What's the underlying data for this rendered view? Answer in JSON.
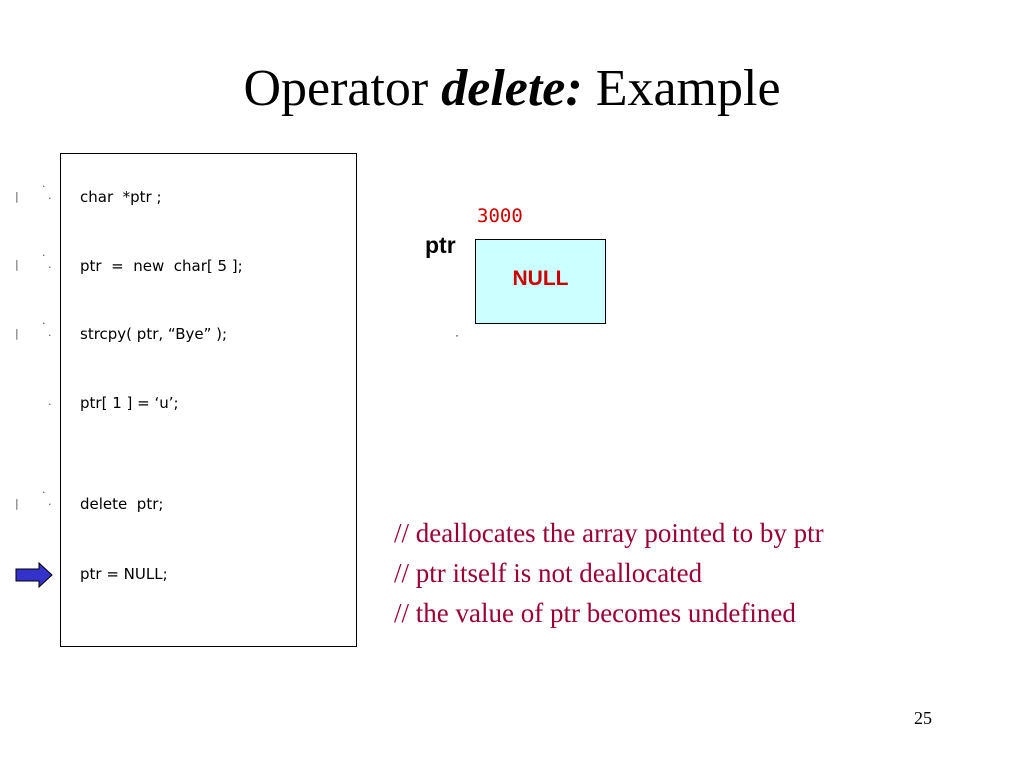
{
  "slide": {
    "title_prefix": "Operator ",
    "title_keyword": "delete:",
    "title_suffix": " Example",
    "page_number": "25"
  },
  "code": {
    "lines": [
      "char  *ptr ;",
      "ptr  =  new  char[ 5 ];",
      "strcpy( ptr, “Bye” );",
      "ptr[ 1 ] = ‘u’;",
      "delete  ptr;",
      "ptr = NULL;"
    ],
    "current_line_index": 5
  },
  "memory": {
    "variable_name": "ptr",
    "address": "3000",
    "value": "NULL"
  },
  "comments": [
    "// deallocates the array pointed to by ptr",
    "// ptr itself is not deallocated",
    "// the value of ptr becomes undefined"
  ],
  "colors": {
    "comment": "#990033",
    "address": "#cc0000",
    "cell_fill": "#ccffff",
    "arrow_fill": "#3333cc"
  }
}
